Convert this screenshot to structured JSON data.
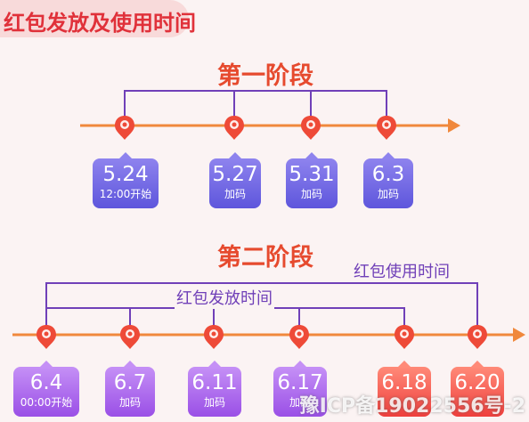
{
  "title": "红包发放及使用时间",
  "stage1": {
    "title": "第一阶段",
    "nodes": [
      {
        "date": "5.24",
        "sub": "12:00开始"
      },
      {
        "date": "5.27",
        "sub": "加码"
      },
      {
        "date": "5.31",
        "sub": "加码"
      },
      {
        "date": "6.3",
        "sub": "加码"
      }
    ]
  },
  "stage2": {
    "title": "第二阶段",
    "use_label": "红包使用时间",
    "issue_label": "红包发放时间",
    "nodes": [
      {
        "date": "6.4",
        "sub": "00:00开始"
      },
      {
        "date": "6.7",
        "sub": "加码"
      },
      {
        "date": "6.11",
        "sub": "加码"
      },
      {
        "date": "6.17",
        "sub": "加码"
      },
      {
        "date": "6.18",
        "sub": ""
      },
      {
        "date": "6.20",
        "sub": ""
      }
    ]
  },
  "watermark": "豫ICP备19022556号-2",
  "colors": {
    "title_red": "#e0313a",
    "stage_orange": "#e64a2e",
    "arrow_orange": "#f0883c",
    "bracket_purple": "#7040b8",
    "pin_red": "#ee4a38",
    "card_blue": "#6f67e4",
    "card_violet": "#b06cf0",
    "card_red": "#f5554a"
  }
}
